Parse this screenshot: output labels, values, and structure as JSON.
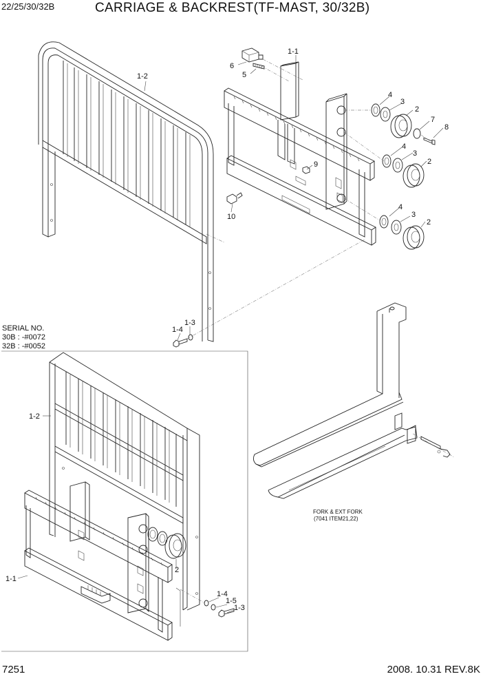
{
  "header": {
    "model_code": "22/25/30/32B",
    "title": "CARRIAGE & BACKREST(TF-MAST, 30/32B)"
  },
  "serial_note": {
    "heading": "SERIAL NO.",
    "line1": "30B : -#0072",
    "line2": "32B : -#0052"
  },
  "fork_note": {
    "line1": "FORK & EXT FORK",
    "line2": "(7041 ITEM21,22)"
  },
  "footer": {
    "page_number": "7251",
    "date_revision": "2008. 10.31  REV.8K"
  },
  "callouts": {
    "c_1_1_top": "1-1",
    "c_1_2_top": "1-2",
    "c_6": "6",
    "c_5": "5",
    "c_4a": "4",
    "c_3a": "3",
    "c_2a": "2",
    "c_7": "7",
    "c_8": "8",
    "c_4b": "4",
    "c_3b": "3",
    "c_2b": "2",
    "c_9": "9",
    "c_10": "10",
    "c_4c": "4",
    "c_3c": "3",
    "c_2c": "2",
    "c_1_4_top": "1-4",
    "c_1_3_top": "1-3",
    "c_1_2_bot": "1-2",
    "c_1_1_bot": "1-1",
    "c_2_bot": "2",
    "c_1_4_bot": "1-4",
    "c_1_5_bot": "1-5",
    "c_1_3_bot": "1-3"
  }
}
